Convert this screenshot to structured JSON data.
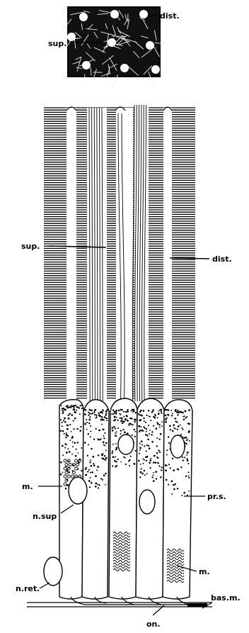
{
  "inset": {
    "labels": {
      "sup": "sup.",
      "dist": "dist."
    }
  },
  "rhabdom": {
    "labels": {
      "sup": "sup.",
      "dist": "dist."
    }
  },
  "cells": {
    "labels": {
      "m_left": "m.",
      "n_sup": "n.sup",
      "n_ret": "n.ret.",
      "pr_s": "pr.s.",
      "m_right": "m.",
      "bas_m": "bas.m.",
      "on": "on."
    }
  }
}
